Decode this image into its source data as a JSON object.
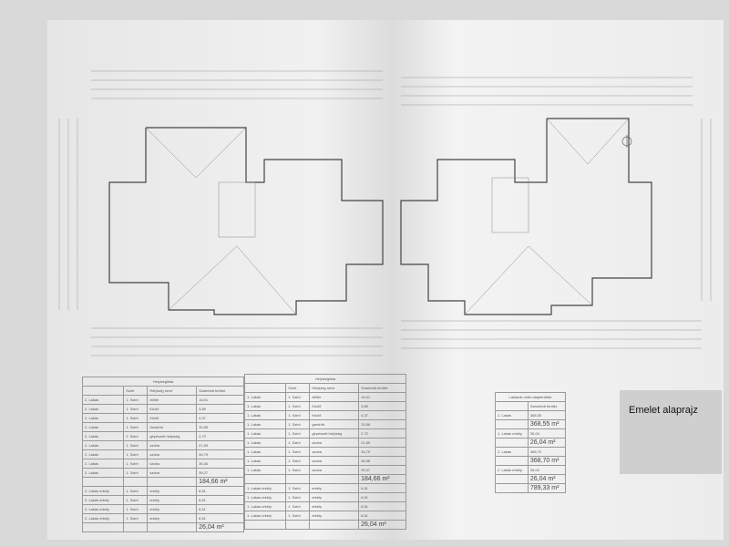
{
  "title": "Emelet alaprajz",
  "tables": [
    {
      "heading": "Helyiséglista",
      "columns": [
        "Szint",
        "Helyiség neve",
        "Számított terület"
      ],
      "rows": [
        [
          "2. Lakás",
          "1. Szint",
          "előtér",
          "16,01"
        ],
        [
          "2. Lakás",
          "1. Szint",
          "Közlő",
          "3,89"
        ],
        [
          "2. Lakás",
          "1. Szint",
          "Közlő",
          "4,37"
        ],
        [
          "2. Lakás",
          "1. Szint",
          "Gardrób",
          "15,56"
        ],
        [
          "2. Lakás",
          "1. Szint",
          "gépészeti helyiség",
          "2,72"
        ],
        [
          "2. Lakás",
          "1. Szint",
          "szoba",
          "21,59"
        ],
        [
          "2. Lakás",
          "1. Szint",
          "szoba",
          "34,79"
        ],
        [
          "2. Lakás",
          "1. Szint",
          "szoba",
          "36,36"
        ],
        [
          "2. Lakás",
          "1. Szint",
          "szoba",
          "39,27"
        ]
      ],
      "total": "184,66 m²",
      "balcony_rows": [
        [
          "2. Lakás erkély",
          "1. Szint",
          "erkély",
          "6,51"
        ],
        [
          "2. Lakás erkély",
          "1. Szint",
          "erkély",
          "6,51"
        ],
        [
          "2. Lakás erkély",
          "1. Szint",
          "erkély",
          "6,51"
        ],
        [
          "2. Lakás erkély",
          "1. Szint",
          "erkély",
          "6,51"
        ]
      ],
      "balcony_total": "26,04 m²"
    },
    {
      "heading": "Helyiséglista",
      "columns": [
        "Szint",
        "Helyiség neve",
        "Számított terület"
      ],
      "rows": [
        [
          "1. Lakás",
          "1. Szint",
          "előtér",
          "16,01"
        ],
        [
          "1. Lakás",
          "1. Szint",
          "Közlő",
          "3,89"
        ],
        [
          "1. Lakás",
          "1. Szint",
          "Közlő",
          "4,37"
        ],
        [
          "1. Lakás",
          "1. Szint",
          "gardrób",
          "15,56"
        ],
        [
          "1. Lakás",
          "1. Szint",
          "gépészeti helyiség",
          "2,72"
        ],
        [
          "1. Lakás",
          "1. Szint",
          "szoba",
          "21,59"
        ],
        [
          "1. Lakás",
          "1. Szint",
          "szoba",
          "34,79"
        ],
        [
          "1. Lakás",
          "1. Szint",
          "szoba",
          "36,36"
        ],
        [
          "1. Lakás",
          "1. Szint",
          "szoba",
          "39,37"
        ]
      ],
      "total": "184,66 m²",
      "balcony_rows": [
        [
          "1. Lakás erkély",
          "1. Szint",
          "erkély",
          "6,51"
        ],
        [
          "1. Lakás erkély",
          "1. Szint",
          "erkély",
          "6,51"
        ],
        [
          "1. Lakás erkély",
          "1. Szint",
          "erkély",
          "6,51"
        ],
        [
          "1. Lakás erkély",
          "1. Szint",
          "erkély",
          "6,51"
        ]
      ],
      "balcony_total": "26,04 m²"
    }
  ],
  "summary": {
    "heading": "Lakások nettó alapterülete",
    "column": "Számított terület",
    "rows": [
      [
        "1. Lakás",
        "368,55",
        "368,55 m²"
      ],
      [
        "1. Lakás erkély",
        "26,04",
        "26,04 m²"
      ],
      [
        "2. Lakás",
        "368,70",
        "368,70 m²"
      ],
      [
        "2. Lakás erkély",
        "26,04",
        "26,04 m²"
      ]
    ],
    "total": "789,33 m²"
  }
}
